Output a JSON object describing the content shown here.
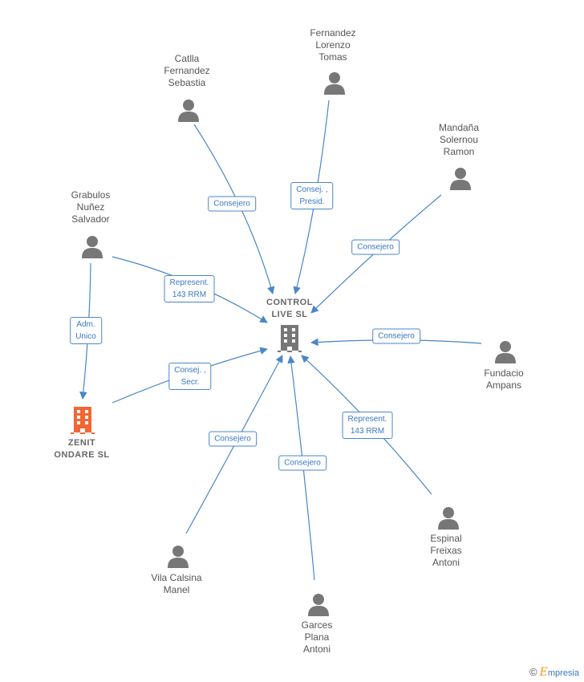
{
  "colors": {
    "edge": "#4a86c8",
    "person": "#777777",
    "company_main": "#777777",
    "company_highlight": "#f26535"
  },
  "center": {
    "label": "CONTROL\nLIVE  SL"
  },
  "highlight_company": {
    "label": "ZENIT\nONDARE  SL"
  },
  "persons": [
    {
      "id": "catlla",
      "label": "Catlla\nFernandez\nSebastia",
      "role": "Consejero"
    },
    {
      "id": "fernandez",
      "label": "Fernandez\nLorenzo\nTomas",
      "role": "Consej. ,\nPresid."
    },
    {
      "id": "mandana",
      "label": "Mandaña\nSolernou\nRamon",
      "role": "Consejero"
    },
    {
      "id": "grabulos",
      "label": "Grabulos\nNuñez\nSalvador",
      "role": "Represent.\n143 RRM"
    },
    {
      "id": "fundacio",
      "label": "Fundacio\nAmpans",
      "role": "Consejero"
    },
    {
      "id": "espinal",
      "label": "Espinal\nFreixas\nAntoni",
      "role": "Represent.\n143 RRM"
    },
    {
      "id": "garces",
      "label": "Garces\nPlana\nAntoni",
      "role": "Consejero"
    },
    {
      "id": "vila",
      "label": "Vila Calsina\nManel",
      "role": "Consejero"
    }
  ],
  "extra_edges": [
    {
      "id": "grabulos_zenit",
      "role": "Adm.\nUnico"
    },
    {
      "id": "zenit_control",
      "role": "Consej. ,\nSecr."
    }
  ],
  "brand": {
    "copyright": "©",
    "e": "E",
    "name": "mpresia"
  }
}
